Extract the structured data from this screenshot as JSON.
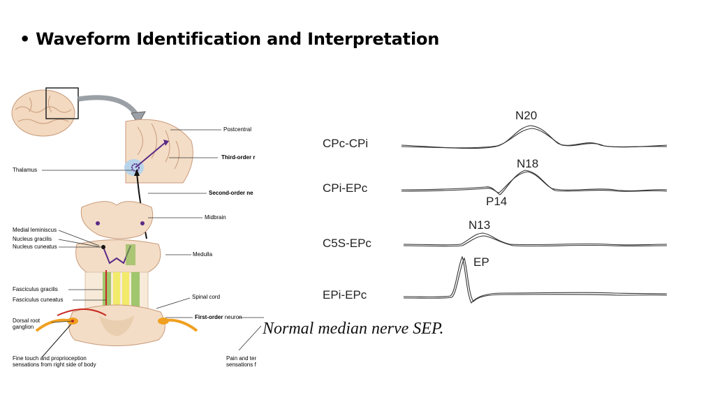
{
  "slide": {
    "bullet": "•",
    "title": "Waveform Identification and Interpretation"
  },
  "anatomy": {
    "labels": {
      "postcentral": "Postcentral",
      "third_order": "Third-order r",
      "thalamus": "Thalamus",
      "second_order": "Second-order ne",
      "midbrain": "Midbrain",
      "medial_lemniscus": "Medial leminiscus",
      "nucleus_gracilis": "Nucleus gracilis",
      "nucleus_cuneatus": "Nucleus cuneatus",
      "medulla": "Medulla",
      "fasciculus_gracilis": "Fasciculus gracilis",
      "fasciculus_cuneatus": "Fasciculus cuneatus",
      "spinal_cord": "Spinal cord",
      "first_order": "First-order",
      "neuron": "neuron",
      "drg_line1": "Dorsal root",
      "drg_line2": "ganglion",
      "fine_touch_line1": "Fine touch and proprioception",
      "fine_touch_line2": "sensations from right side of body",
      "pain_line1": "Pain and ter",
      "pain_line2": "sensations f"
    },
    "colors": {
      "tissue": "#f3ddc6",
      "tract_purple": "#5b2a86",
      "nerve_red": "#c8281e",
      "ganglion_orange": "#f0a020",
      "green": "#7bb640",
      "yellow": "#f2ea6a"
    }
  },
  "waveforms": {
    "traces": [
      {
        "name": "CPc-CPi",
        "peaks": [
          "N20"
        ]
      },
      {
        "name": "CPi-EPc",
        "peaks": [
          "N18",
          "P14"
        ]
      },
      {
        "name": "C5S-EPc",
        "peaks": [
          "N13"
        ]
      },
      {
        "name": "EPi-EPc",
        "peaks": [
          "EP"
        ]
      }
    ],
    "caption": "Normal median nerve SEP."
  }
}
